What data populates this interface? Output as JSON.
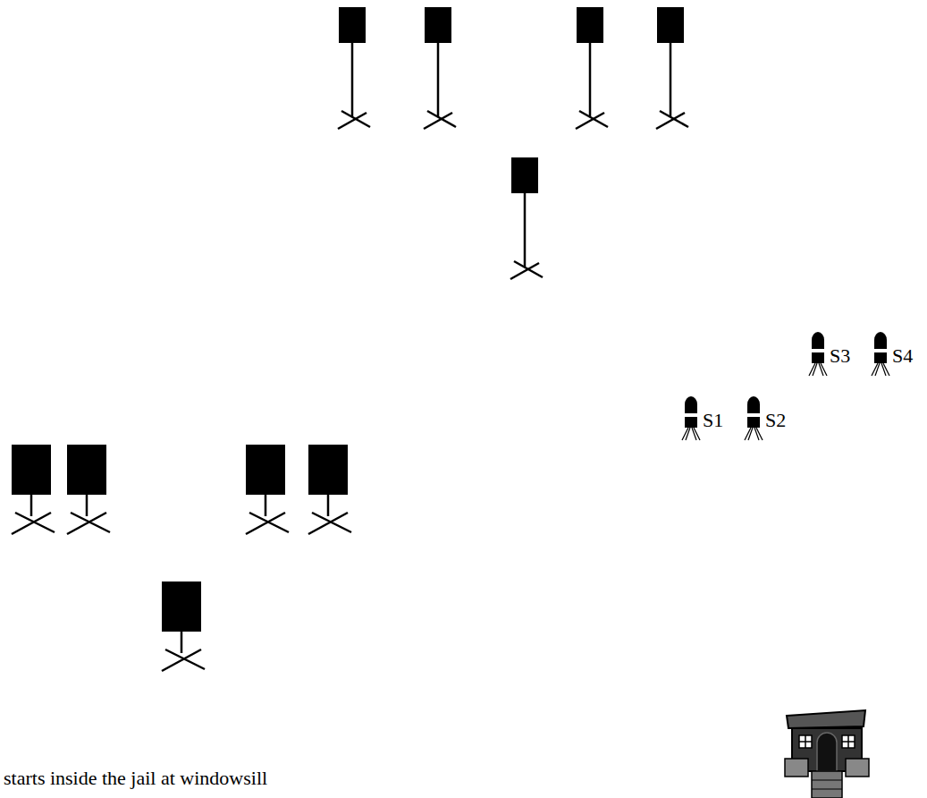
{
  "diagram": {
    "labels": [
      "S1",
      "S2",
      "S3",
      "S4",
      "starts inside the jail at windowsill"
    ]
  }
}
